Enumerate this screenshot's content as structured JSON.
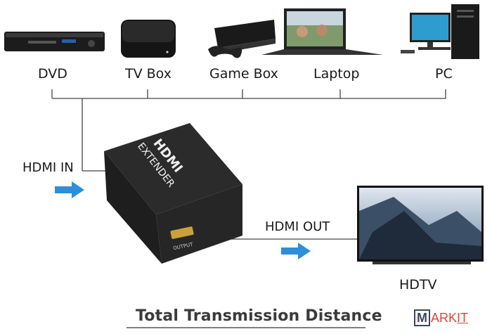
{
  "devices": [
    {
      "label": "DVD",
      "icon": "dvd-player-icon"
    },
    {
      "label": "TV Box",
      "icon": "tv-box-icon"
    },
    {
      "label": "Game Box",
      "icon": "game-console-icon"
    },
    {
      "label": "Laptop",
      "icon": "laptop-icon"
    },
    {
      "label": "PC",
      "icon": "desktop-pc-icon"
    }
  ],
  "extender": {
    "line1": "HDMI",
    "line2": "EXTENDER",
    "port_label": "OUTPUT"
  },
  "hdmi_in": "HDMI IN",
  "hdmi_out": "HDMI OUT",
  "hdtv": "HDTV",
  "title": "Total Transmission Distance",
  "logo": {
    "m": "M",
    "rest": "ARK",
    "it": "IT"
  },
  "colors": {
    "arrow": "#2e8fd8",
    "line": "#333333",
    "box": "#2a2a2a"
  }
}
